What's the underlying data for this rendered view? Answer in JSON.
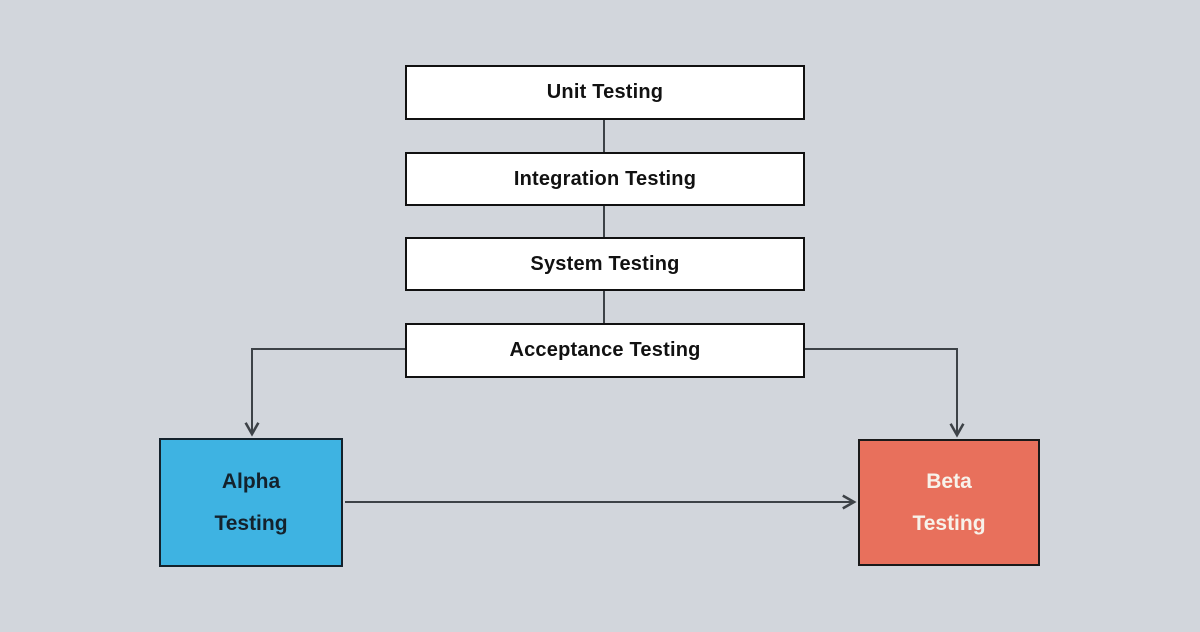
{
  "diagram": {
    "type": "flowchart",
    "description": "Software testing levels flow",
    "nodes": {
      "unit": {
        "label": "Unit Testing"
      },
      "integration": {
        "label": "Integration Testing"
      },
      "system": {
        "label": "System Testing"
      },
      "acceptance": {
        "label": "Acceptance Testing"
      },
      "alpha": {
        "label": "Alpha Testing",
        "lines": [
          "Alpha",
          "Testing"
        ]
      },
      "beta": {
        "label": "Beta Testing",
        "lines": [
          "Beta",
          "Testing"
        ]
      }
    },
    "edges": [
      {
        "from": "Unit Testing",
        "to": "Integration Testing",
        "style": "plain-line"
      },
      {
        "from": "Integration Testing",
        "to": "System Testing",
        "style": "plain-line"
      },
      {
        "from": "System Testing",
        "to": "Acceptance Testing",
        "style": "plain-line"
      },
      {
        "from": "Acceptance Testing",
        "to": "Alpha Testing",
        "style": "arrow"
      },
      {
        "from": "Acceptance Testing",
        "to": "Beta Testing",
        "style": "arrow"
      },
      {
        "from": "Alpha Testing",
        "to": "Beta Testing",
        "style": "arrow"
      }
    ],
    "colors": {
      "background": "#d2d6dc",
      "process_fill": "#ffffff",
      "process_border": "#111111",
      "process_text": "#111111",
      "alpha_fill": "#3eb3e2",
      "alpha_text": "#14222c",
      "beta_fill": "#e8705c",
      "beta_text": "#f7f2ea",
      "connector": "#3d4247"
    }
  }
}
